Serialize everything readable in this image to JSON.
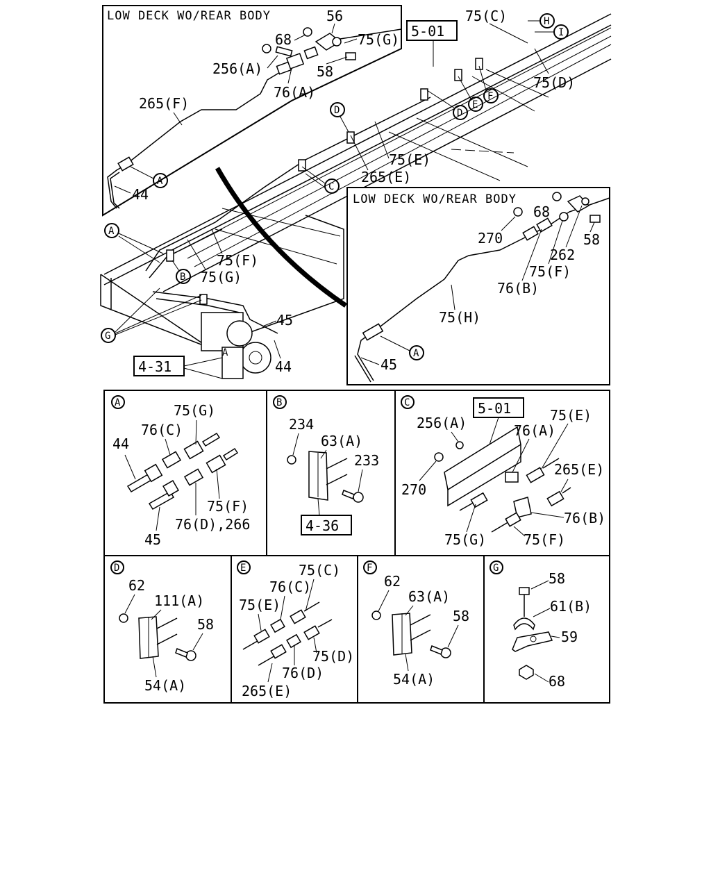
{
  "inset_top_left": {
    "title": "LOW DECK WO/REAR BODY",
    "labels": [
      "56",
      "68",
      "75(G)",
      "256(A)",
      "58",
      "76(A)",
      "265(F)",
      "44"
    ],
    "callout": "A"
  },
  "inset_right": {
    "title": "LOW DECK WO/REAR BODY",
    "labels": [
      "68",
      "270",
      "58",
      "262",
      "75(F)",
      "76(B)",
      "75(H)",
      "45"
    ],
    "callout": "A"
  },
  "main_view": {
    "ref_box_top": "5-01",
    "ref_box_bottom": "4-31",
    "labels": [
      "75(C)",
      "75(D)",
      "75(E)",
      "265(E)",
      "75(F)",
      "75(G)",
      "45",
      "44"
    ],
    "callouts": [
      "H",
      "I",
      "F",
      "E",
      "D",
      "D",
      "C",
      "A",
      "B",
      "G"
    ]
  },
  "detail_a": {
    "circle": "A",
    "labels": [
      "75(G)",
      "76(C)",
      "44",
      "75(F)",
      "76(D),266",
      "45"
    ]
  },
  "detail_b": {
    "circle": "B",
    "labels": [
      "234",
      "63(A)",
      "233"
    ],
    "ref_box": "4-36"
  },
  "detail_c": {
    "circle": "C",
    "ref_box": "5-01",
    "labels": [
      "256(A)",
      "76(A)",
      "75(E)",
      "265(E)",
      "270",
      "76(B)",
      "75(G)",
      "75(F)"
    ]
  },
  "detail_d": {
    "circle": "D",
    "labels": [
      "62",
      "111(A)",
      "58",
      "54(A)"
    ]
  },
  "detail_e": {
    "circle": "E",
    "labels": [
      "75(C)",
      "76(C)",
      "75(E)",
      "75(D)",
      "76(D)",
      "265(E)"
    ]
  },
  "detail_f": {
    "circle": "F",
    "labels": [
      "62",
      "63(A)",
      "58",
      "54(A)"
    ]
  },
  "detail_g": {
    "circle": "G",
    "labels": [
      "58",
      "61(B)",
      "59",
      "68"
    ]
  }
}
